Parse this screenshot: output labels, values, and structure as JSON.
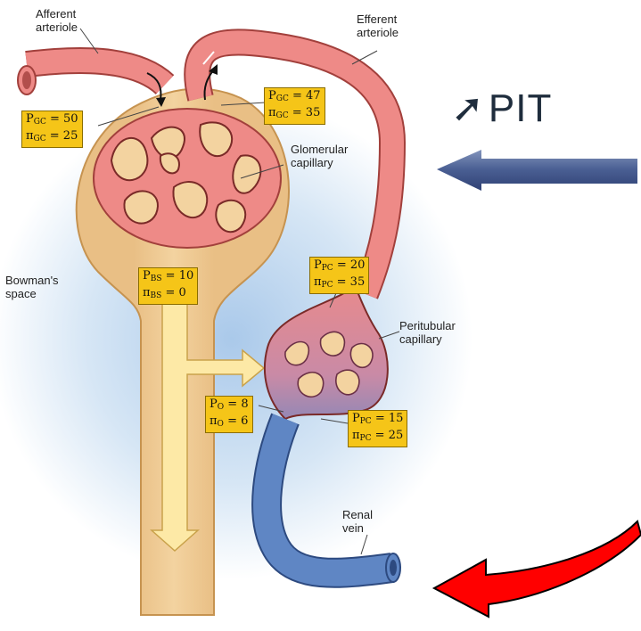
{
  "labels": {
    "afferent_arteriole": [
      "Afferent",
      "arteriole"
    ],
    "efferent_arteriole": [
      "Efferent",
      "arteriole"
    ],
    "glomerular_capillary": [
      "Glomerular",
      "capillary"
    ],
    "bowmans_space": [
      "Bowman's",
      "space"
    ],
    "peritubular_capillary": [
      "Peritubular",
      "capillary"
    ],
    "renal_vein": [
      "Renal",
      "vein"
    ]
  },
  "pressures": {
    "gc_afferent": {
      "p_sym": "P",
      "p_sub": "GC",
      "p_val": "50",
      "pi_sym": "π",
      "pi_sub": "GC",
      "pi_val": "25"
    },
    "gc_efferent": {
      "p_sym": "P",
      "p_sub": "GC",
      "p_val": "47",
      "pi_sym": "π",
      "pi_sub": "GC",
      "pi_val": "35"
    },
    "bs": {
      "p_sym": "P",
      "p_sub": "BS",
      "p_val": "10",
      "pi_sym": "π",
      "pi_sub": "BS",
      "pi_val": "0"
    },
    "pc_upper": {
      "p_sym": "P",
      "p_sub": "PC",
      "p_val": "20",
      "pi_sym": "π",
      "pi_sub": "PC",
      "pi_val": "35"
    },
    "o": {
      "p_sym": "P",
      "p_sub": "O",
      "p_val": "8",
      "pi_sym": "π",
      "pi_sub": "O",
      "pi_val": "6"
    },
    "pc_lower": {
      "p_sym": "P",
      "p_sub": "PC",
      "p_val": "15",
      "pi_sym": "π",
      "pi_sub": "PC",
      "pi_val": "25"
    }
  },
  "annotation": {
    "arrow_glyph": "➚",
    "text": "PIT"
  },
  "colors": {
    "vessel": "#ee8a87",
    "vein": "#5f86c4",
    "capsule": "#f0c993",
    "tubule_fill": "#fbe6a6",
    "box": "#f5c518",
    "blue_arrow": "#4a5f93",
    "red_arrow": "#ff0000"
  }
}
